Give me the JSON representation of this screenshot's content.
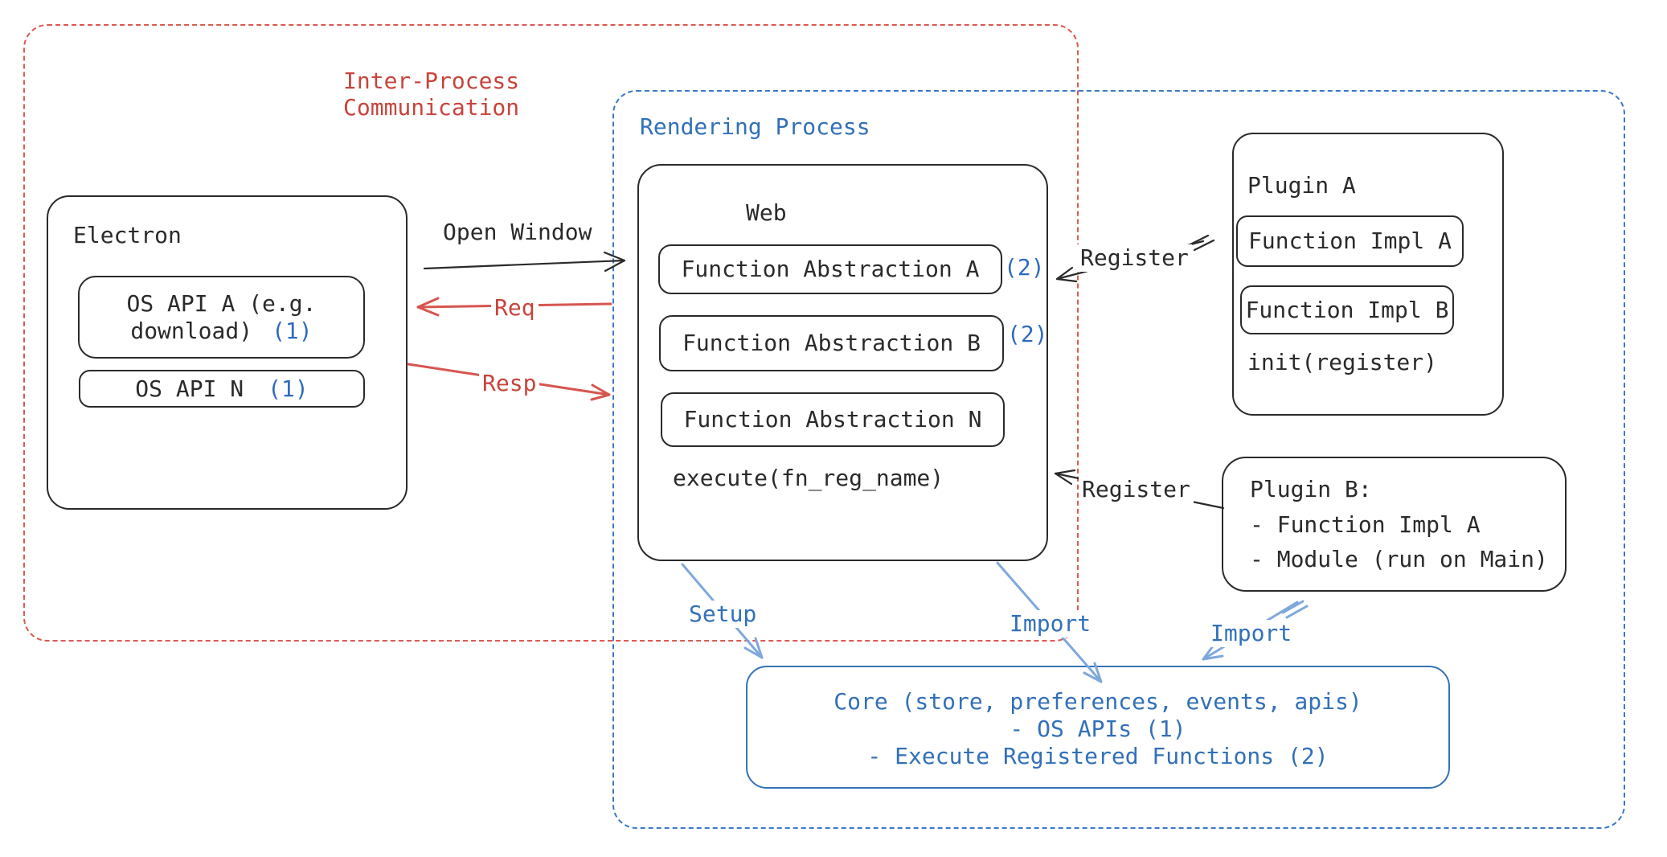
{
  "colors": {
    "ink": "#2a2a2a",
    "red_text": "#c8443c",
    "red_arrow": "#d75550",
    "red_dash": "#da5a52",
    "blue_text": "#3270b8",
    "blue_badge": "#2e6bc0",
    "blue_dash": "#3b79c6",
    "blue_arrow": "#7fa8dc",
    "core_border": "#3572b5"
  },
  "groups": {
    "ipc": {
      "label_line1": "Inter-Process",
      "label_line2": "Communication"
    },
    "rendering": {
      "label": "Rendering Process"
    }
  },
  "electron": {
    "title": "Electron",
    "os_api_a_line1": "OS API A (e.g.",
    "os_api_a_line2": "download)",
    "os_api_a_badge": "(1)",
    "os_api_n_label": "OS API N",
    "os_api_n_badge": "(1)"
  },
  "web": {
    "title": "Web",
    "items": [
      {
        "label": "Function Abstraction A",
        "badge": "(2)"
      },
      {
        "label": "Function Abstraction B",
        "badge": "(2)"
      },
      {
        "label": "Function Abstraction N",
        "badge": ""
      }
    ],
    "footer": "execute(fn_reg_name)"
  },
  "plugin_a": {
    "title": "Plugin A",
    "items": [
      "Function Impl A",
      "Function Impl B"
    ],
    "footer": "init(register)"
  },
  "plugin_b": {
    "title": "Plugin B:",
    "lines": [
      "- Function Impl A",
      "- Module (run on Main)"
    ]
  },
  "core": {
    "lines": [
      "Core (store, preferences, events, apis)",
      "- OS APIs (1)",
      "- Execute Registered Functions (2)"
    ]
  },
  "arrows": {
    "open_window": "Open Window",
    "req": "Req",
    "resp": "Resp",
    "register_top": "Register",
    "register_bottom": "Register",
    "setup": "Setup",
    "import_web": "Import",
    "import_plugin_b": "Import"
  }
}
